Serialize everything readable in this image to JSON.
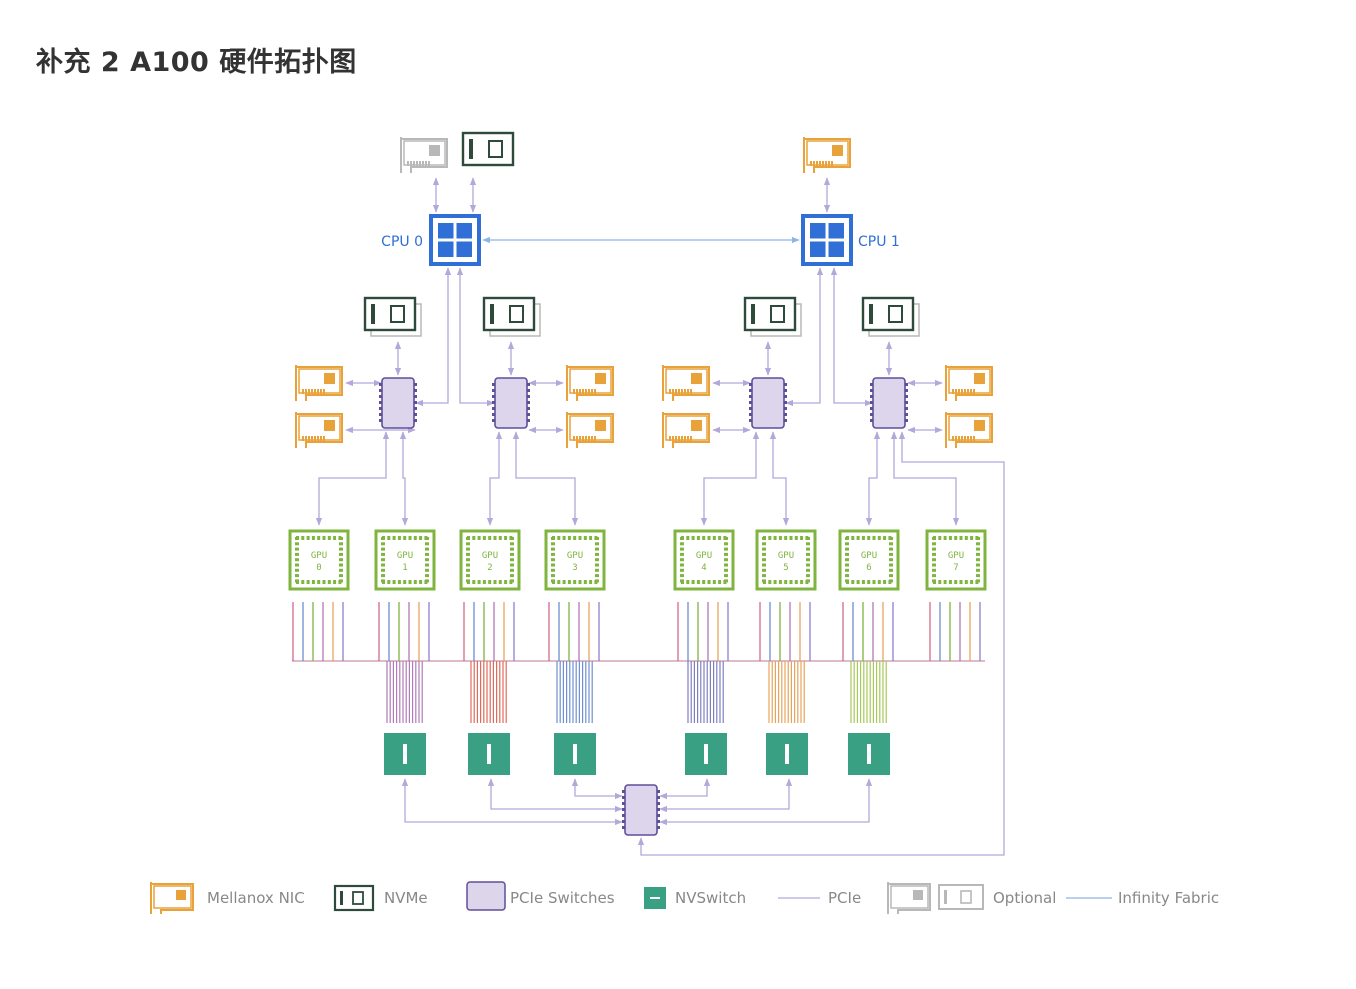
{
  "title": "补充 2 A100 硬件拓扑图",
  "colors": {
    "cpu": "#2f6fd6",
    "infinity_fabric": "#8fb5e6",
    "pcie": "#b3a8d9",
    "pcie_switch_fill": "#dcd5ec",
    "pcie_switch_border": "#5e4f99",
    "nic": "#e9a23a",
    "nvme": "#2d4a3a",
    "optional": "#b8b8b8",
    "gpu": "#7fb43e",
    "nvswitch": "#3aa084",
    "backbone": "#d3a3b8"
  },
  "cpus": [
    {
      "label": "CPU 0"
    },
    {
      "label": "CPU 1"
    }
  ],
  "gpus": [
    {
      "name": "GPU",
      "index": "0"
    },
    {
      "name": "GPU",
      "index": "1"
    },
    {
      "name": "GPU",
      "index": "2"
    },
    {
      "name": "GPU",
      "index": "3"
    },
    {
      "name": "GPU",
      "index": "4"
    },
    {
      "name": "GPU",
      "index": "5"
    },
    {
      "name": "GPU",
      "index": "6"
    },
    {
      "name": "GPU",
      "index": "7"
    }
  ],
  "nvlink_bundle_colors": [
    "#b07ab8",
    "#e06a5c",
    "#6d8fd1",
    "#7f7fbf",
    "#e8a35a",
    "#a6c85a"
  ],
  "gpu_link_colors": [
    "#d36b8a",
    "#6b8fd3",
    "#7fb43e",
    "#b07ab8",
    "#e8a35a",
    "#8f7fd3"
  ],
  "legend": {
    "nic": "Mellanox NIC",
    "nvme": "NVMe",
    "pcie_switch": "PCIe Switches",
    "nvswitch": "NVSwitch",
    "pcie": "PCIe",
    "optional": "Optional",
    "infinity_fabric": "Infinity Fabric"
  }
}
